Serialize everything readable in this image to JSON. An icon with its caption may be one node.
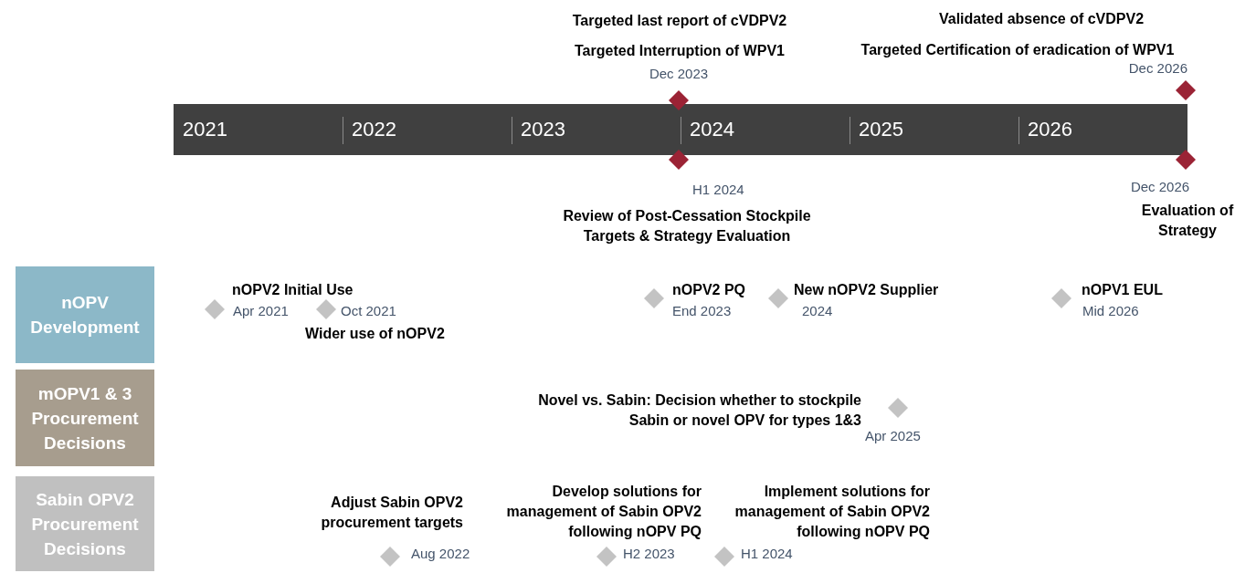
{
  "diagram": {
    "nodes": [
      {
        "text": [
          "2021",
          "2022",
          "2023",
          "2024",
          "2025",
          "2026"
        ]
      },
      {
        "text": [],
        "shape": "diamond",
        "beside": [
          "Targeted last report of cVDPV2",
          "Targeted Interruption of WPV1",
          "Dec 2023"
        ]
      },
      {
        "text": [],
        "shape": "diamond",
        "beside": [
          "Validated absence of cVDPV2",
          "Targeted Certification of eradication of WPV1",
          "Dec 2026"
        ]
      },
      {
        "text": [],
        "shape": "diamond",
        "beside": [
          "H1 2024",
          "Review of Post-Cessation Stockpile Targets & Strategy Evaluation"
        ]
      },
      {
        "text": [],
        "shape": "diamond",
        "beside": [
          "Dec 2026",
          "Evaluation of Strategy"
        ]
      },
      {
        "text": [
          "nOPV Development"
        ]
      },
      {
        "text": [],
        "shape": "diamond",
        "beside": [
          "nOPV2 Initial Use",
          "Apr 2021"
        ]
      },
      {
        "text": [],
        "shape": "diamond",
        "beside": [
          "Oct 2021",
          "Wider use of nOPV2"
        ]
      },
      {
        "text": [],
        "shape": "diamond",
        "beside": [
          "nOPV2 PQ",
          "End 2023"
        ]
      },
      {
        "text": [],
        "shape": "diamond",
        "beside": [
          "New nOPV2 Supplier",
          "2024"
        ]
      },
      {
        "text": [],
        "shape": "diamond",
        "beside": [
          "nOPV1 EUL",
          "Mid 2026"
        ]
      },
      {
        "text": [
          "mOPV1 & 3 Procurement Decisions"
        ]
      },
      {
        "text": [],
        "shape": "diamond",
        "beside": [
          "Novel vs. Sabin: Decision whether to stockpile Sabin or novel OPV for types 1&3",
          "Apr 2025"
        ]
      },
      {
        "text": [
          "Sabin OPV2 Procurement Decisions"
        ]
      },
      {
        "text": [],
        "shape": "diamond",
        "beside": [
          "Adjust Sabin OPV2 procurement targets",
          "Aug 2022"
        ]
      },
      {
        "text": [],
        "shape": "diamond",
        "beside": [
          "Develop solutions for management of Sabin OPV2 following nOPV PQ",
          "H2 2023"
        ]
      },
      {
        "text": [],
        "shape": "diamond",
        "beside": [
          "Implement solutions for management of Sabin OPV2 following nOPV PQ",
          "H1 2024"
        ]
      }
    ]
  }
}
